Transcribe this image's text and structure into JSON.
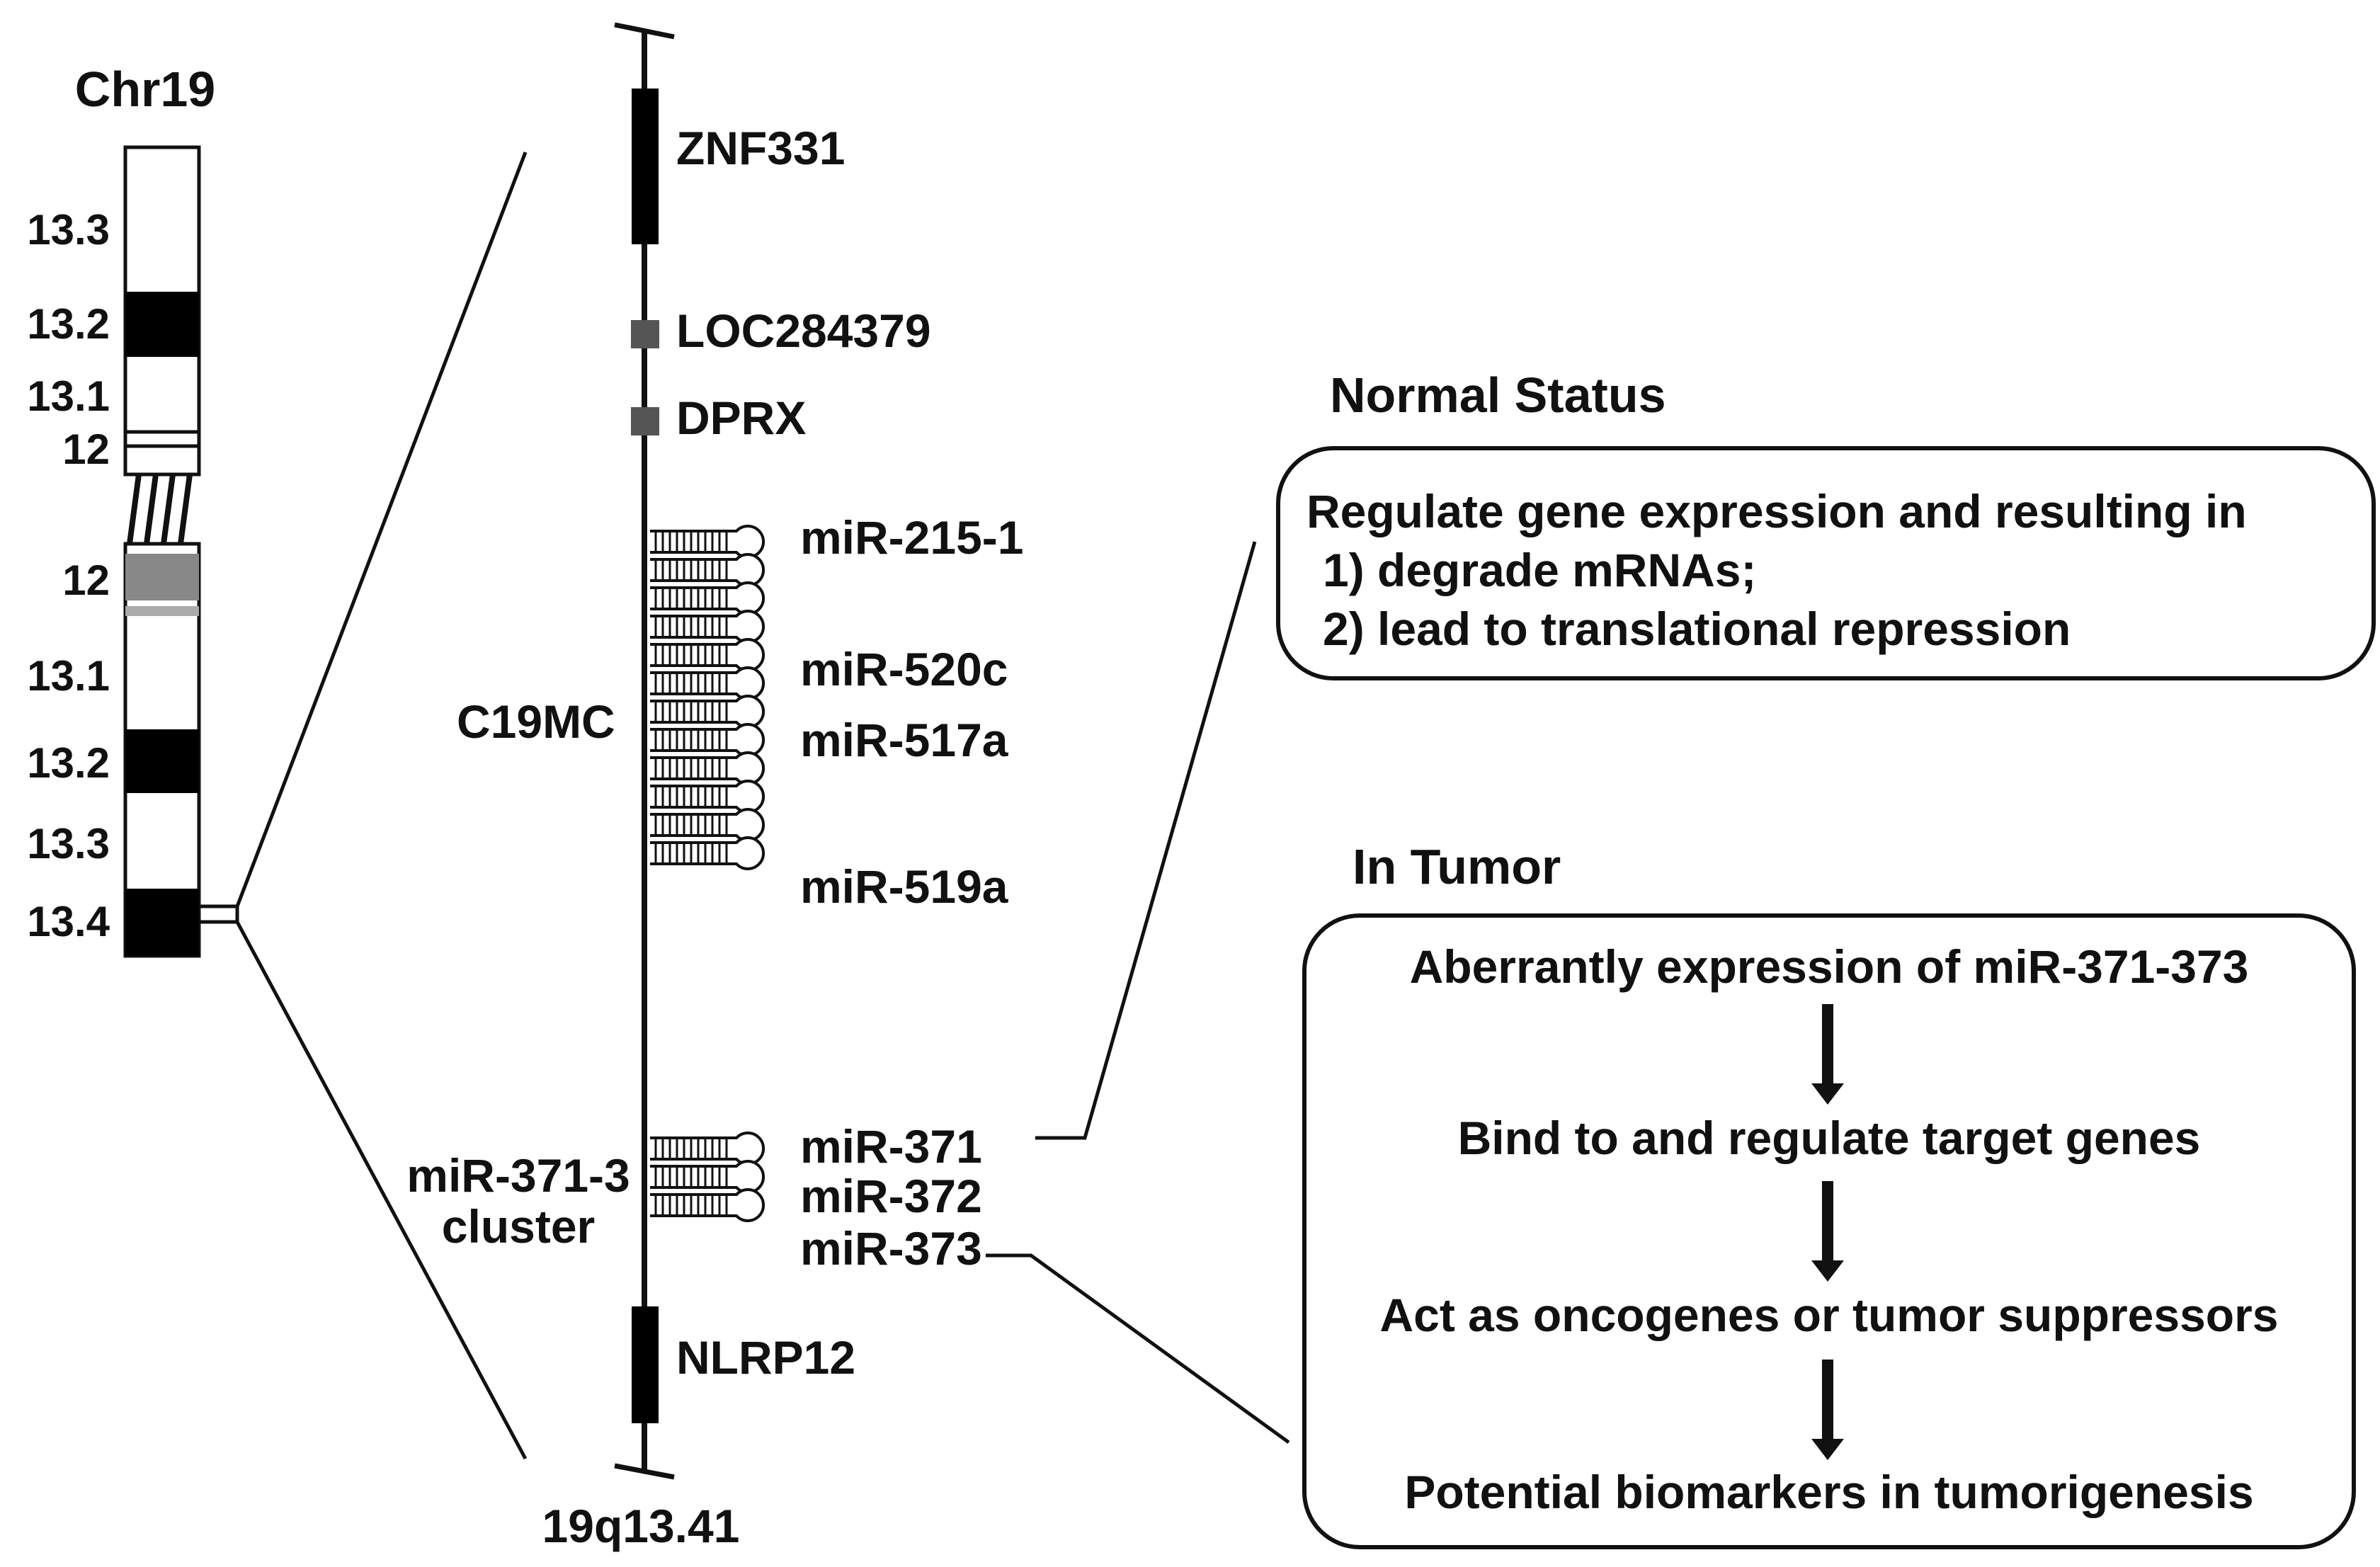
{
  "chromosome": {
    "title": "Chr19",
    "p_arm_bands": [
      "13.3",
      "13.2",
      "13.1",
      "12"
    ],
    "q_arm_bands": [
      "12",
      "13.1",
      "13.2",
      "13.3",
      "13.4"
    ]
  },
  "locus": {
    "region_label": "19q13.41",
    "genes": [
      "ZNF331",
      "LOC284379",
      "DPRX",
      "NLRP12"
    ],
    "c19mc_label": "C19MC",
    "c19mc_mirnas": [
      "miR-215-1",
      "miR-520c",
      "miR-517a",
      "miR-519a"
    ],
    "cluster_label_line1": "miR-371-3",
    "cluster_label_line2": "cluster",
    "cluster_mirnas": [
      "miR-371",
      "miR-372",
      "miR-373"
    ]
  },
  "normal_status": {
    "title": "Normal Status",
    "lines": [
      "Regulate gene expression and resulting in",
      "1) degrade mRNAs;",
      "2) lead to translational repression"
    ]
  },
  "in_tumor": {
    "title": "In Tumor",
    "steps": [
      "Aberrantly expression of miR-371-373",
      "Bind to and regulate target genes",
      "Act as oncogenes or tumor suppressors",
      "Potential biomarkers in tumorigenesis"
    ]
  },
  "colors": {
    "ink": "#111111",
    "dark_band": "#000000",
    "gray_band": "#888888",
    "gene_marker_gray": "#555555"
  }
}
